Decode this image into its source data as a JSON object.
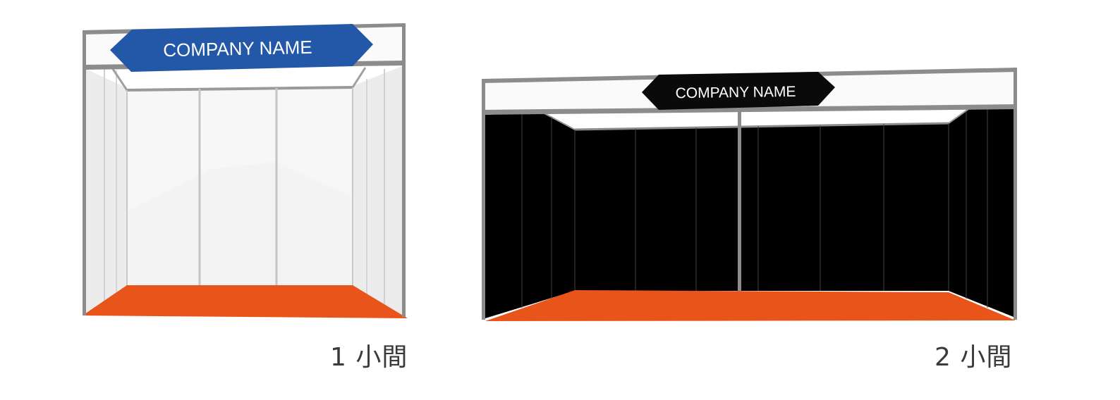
{
  "booths": [
    {
      "sign_text": "COMPANY NAME",
      "size_label": "1 小間",
      "sign_color": "#2358a8",
      "wall_color": "#f4f4f4",
      "floor_color": "#e8541a"
    },
    {
      "sign_text": "COMPANY NAME",
      "size_label": "2 小間",
      "sign_color": "#0a0a0a",
      "wall_color": "#000000",
      "floor_color": "#e8541a"
    }
  ]
}
